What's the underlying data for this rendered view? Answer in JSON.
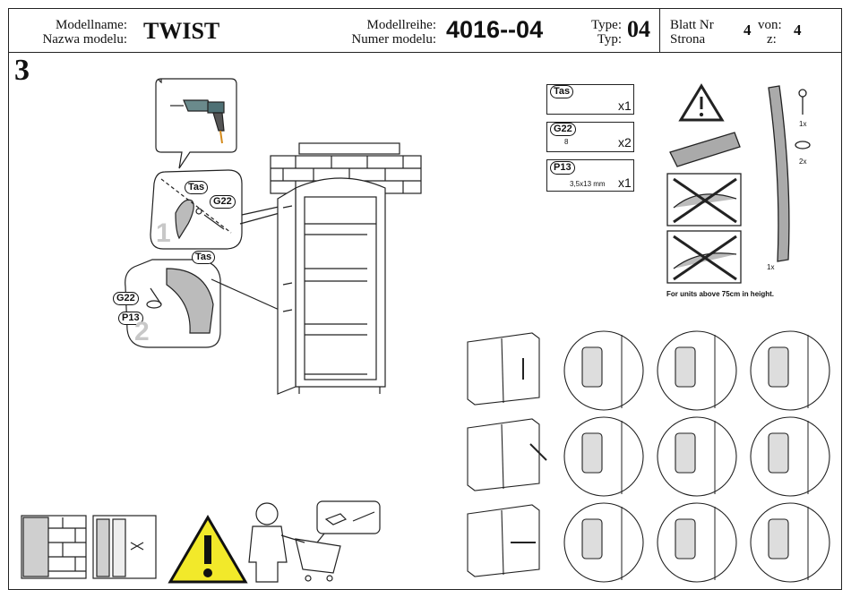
{
  "header": {
    "model_name_label_de": "Modellname:",
    "model_name_label_pl": "Nazwa modelu:",
    "model_name": "TWIST",
    "series_label_de": "Modellreihe:",
    "series_label_pl": "Numer modelu:",
    "series": "4016--04",
    "type_label_de": "Type:",
    "type_label_pl": "Typ:",
    "type": "04",
    "sheet_label_de": "Blatt Nr",
    "sheet_label_pl": "Strona",
    "sheet_no": "4",
    "of_label_de": "von:",
    "of_label_pl": "z:",
    "sheet_total": "4"
  },
  "step_number": "3",
  "parts": [
    {
      "code": "Tas",
      "qty": "x1",
      "size": ""
    },
    {
      "code": "G22",
      "qty": "x2",
      "size": "8"
    },
    {
      "code": "P13",
      "qty": "x1",
      "size": "3,5x13 mm"
    }
  ],
  "hardware_side": {
    "screw_qty": "1x",
    "washer_qty": "2x",
    "strap_qty": "1x",
    "note": "For units above 75cm in height."
  },
  "detail_callouts": {
    "sub1_number": "1",
    "sub2_number": "2",
    "tas": "Tas",
    "g22": "G22",
    "p13": "P13"
  }
}
